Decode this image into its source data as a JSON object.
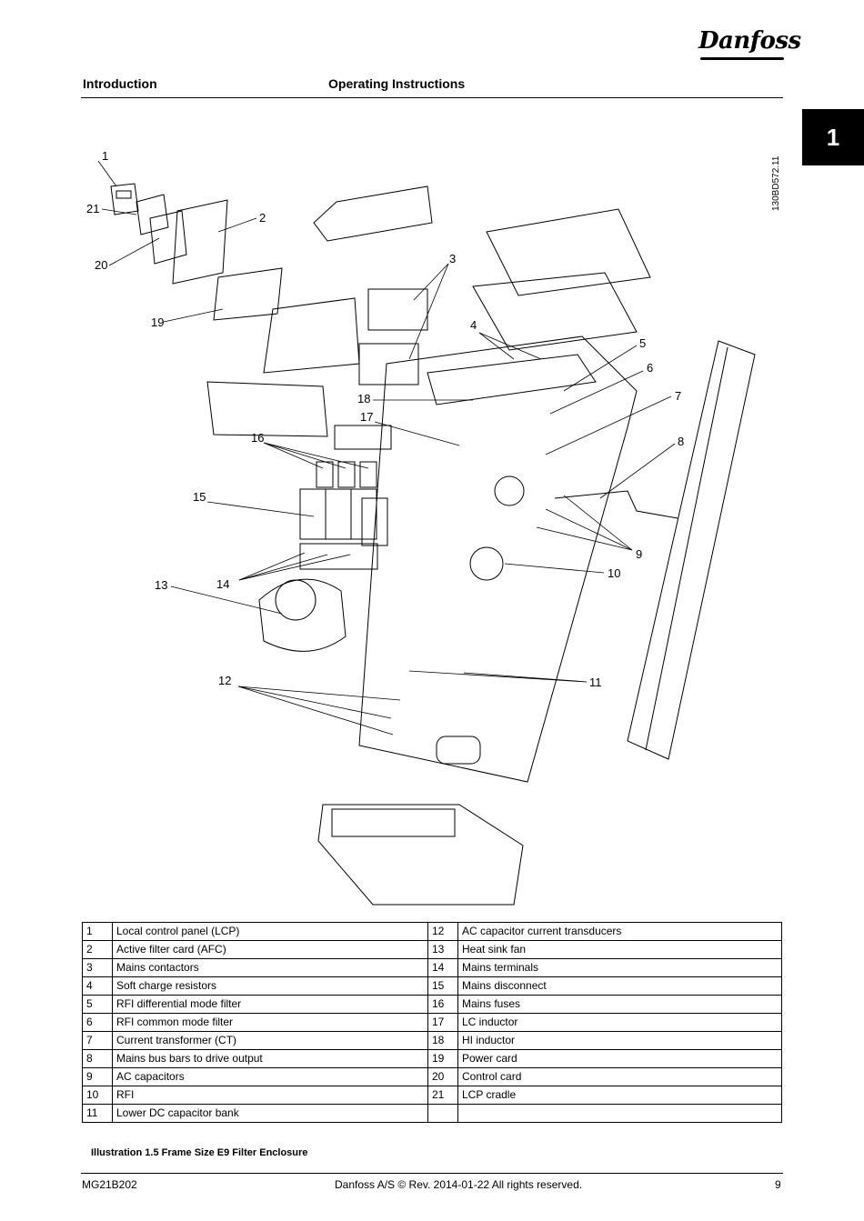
{
  "brand": {
    "logo_text": "Danfoss"
  },
  "header": {
    "section": "Introduction",
    "document": "Operating Instructions"
  },
  "chapter_tab": "1",
  "drawing_code": "130BD572.11",
  "figure": {
    "callouts": [
      "1",
      "2",
      "3",
      "4",
      "5",
      "6",
      "7",
      "8",
      "9",
      "10",
      "11",
      "12",
      "13",
      "14",
      "15",
      "16",
      "17",
      "18",
      "19",
      "20",
      "21"
    ]
  },
  "legend": {
    "rows": [
      {
        "num_left": "1",
        "desc_left": "Local control panel (LCP)",
        "num_right": "12",
        "desc_right": "AC capacitor current transducers"
      },
      {
        "num_left": "2",
        "desc_left": "Active filter card (AFC)",
        "num_right": "13",
        "desc_right": "Heat sink fan"
      },
      {
        "num_left": "3",
        "desc_left": "Mains contactors",
        "num_right": "14",
        "desc_right": "Mains terminals"
      },
      {
        "num_left": "4",
        "desc_left": "Soft charge resistors",
        "num_right": "15",
        "desc_right": "Mains disconnect"
      },
      {
        "num_left": "5",
        "desc_left": "RFI differential mode filter",
        "num_right": "16",
        "desc_right": "Mains fuses"
      },
      {
        "num_left": "6",
        "desc_left": "RFI common mode filter",
        "num_right": "17",
        "desc_right": "LC inductor"
      },
      {
        "num_left": "7",
        "desc_left": "Current transformer (CT)",
        "num_right": "18",
        "desc_right": "HI inductor"
      },
      {
        "num_left": "8",
        "desc_left": "Mains bus bars to drive output",
        "num_right": "19",
        "desc_right": "Power card"
      },
      {
        "num_left": "9",
        "desc_left": "AC capacitors",
        "num_right": "20",
        "desc_right": "Control card"
      },
      {
        "num_left": "10",
        "desc_left": "RFI",
        "num_right": "21",
        "desc_right": "LCP cradle"
      },
      {
        "num_left": "11",
        "desc_left": "Lower DC capacitor bank",
        "num_right": "",
        "desc_right": ""
      }
    ]
  },
  "caption": "Illustration 1.5 Frame Size E9 Filter Enclosure",
  "footer": {
    "doc_number": "MG21B202",
    "copyright": "Danfoss A/S © Rev. 2014-01-22 All rights reserved.",
    "page": "9"
  }
}
